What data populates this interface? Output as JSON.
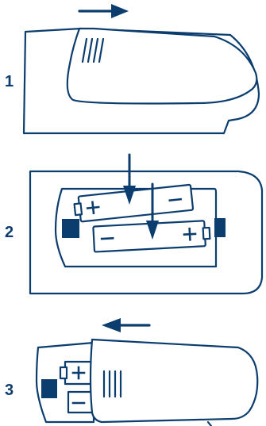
{
  "steps": [
    {
      "number": "1",
      "action": "slide-cover-right"
    },
    {
      "number": "2",
      "action": "insert-batteries"
    },
    {
      "number": "3",
      "action": "slide-cover-left"
    }
  ],
  "colors": {
    "line": "#0b3d6e",
    "background": "#ffffff"
  },
  "battery_polarity": {
    "plus": "+",
    "minus": "−"
  }
}
